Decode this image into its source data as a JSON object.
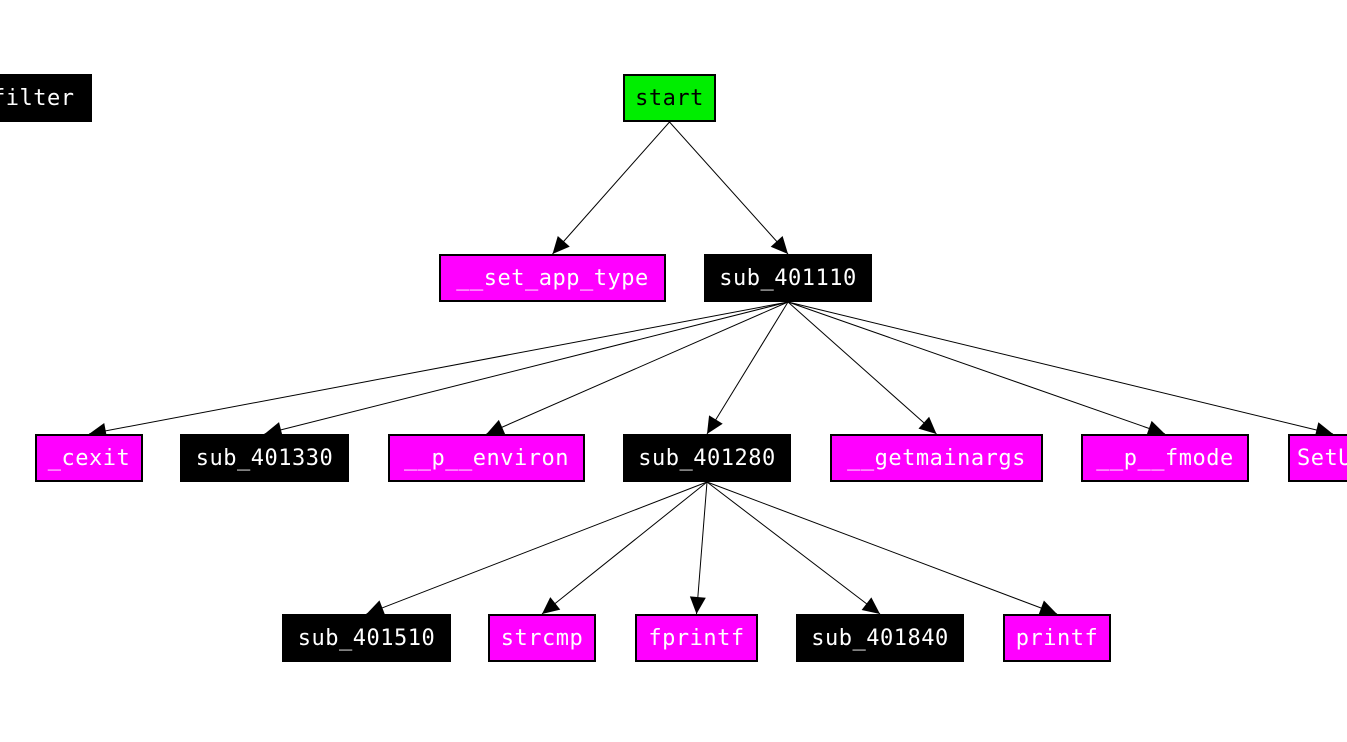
{
  "graph": {
    "nodes": [
      {
        "id": "filter",
        "label": "filter",
        "kind": "filter"
      },
      {
        "id": "start",
        "label": "start",
        "kind": "entry"
      },
      {
        "id": "setapptype",
        "label": "__set_app_type",
        "kind": "library"
      },
      {
        "id": "sub401110",
        "label": "sub_401110",
        "kind": "sub"
      },
      {
        "id": "cexit",
        "label": "_cexit",
        "kind": "library"
      },
      {
        "id": "sub401330",
        "label": "sub_401330",
        "kind": "sub"
      },
      {
        "id": "penviron",
        "label": "__p__environ",
        "kind": "library"
      },
      {
        "id": "sub401280",
        "label": "sub_401280",
        "kind": "sub"
      },
      {
        "id": "getmainargs",
        "label": "__getmainargs",
        "kind": "library"
      },
      {
        "id": "pfmode",
        "label": "__p__fmode",
        "kind": "library"
      },
      {
        "id": "setu",
        "label": "SetU",
        "kind": "library"
      },
      {
        "id": "sub401510",
        "label": "sub_401510",
        "kind": "sub"
      },
      {
        "id": "strcmp",
        "label": "strcmp",
        "kind": "library"
      },
      {
        "id": "fprintf",
        "label": "fprintf",
        "kind": "library"
      },
      {
        "id": "sub401840",
        "label": "sub_401840",
        "kind": "sub"
      },
      {
        "id": "printf",
        "label": "printf",
        "kind": "library"
      }
    ],
    "edges": [
      {
        "from": "start",
        "to": "setapptype"
      },
      {
        "from": "start",
        "to": "sub401110"
      },
      {
        "from": "sub401110",
        "to": "cexit"
      },
      {
        "from": "sub401110",
        "to": "sub401330"
      },
      {
        "from": "sub401110",
        "to": "penviron"
      },
      {
        "from": "sub401110",
        "to": "sub401280"
      },
      {
        "from": "sub401110",
        "to": "getmainargs"
      },
      {
        "from": "sub401110",
        "to": "pfmode"
      },
      {
        "from": "sub401110",
        "to": "setu"
      },
      {
        "from": "sub401280",
        "to": "sub401510"
      },
      {
        "from": "sub401280",
        "to": "strcmp"
      },
      {
        "from": "sub401280",
        "to": "fprintf"
      },
      {
        "from": "sub401280",
        "to": "sub401840"
      },
      {
        "from": "sub401280",
        "to": "printf"
      }
    ]
  },
  "colors": {
    "library": "#ff00ff",
    "entry": "#00ee00",
    "sub": "#000000",
    "edge": "#000000",
    "background": "#ffffff"
  }
}
